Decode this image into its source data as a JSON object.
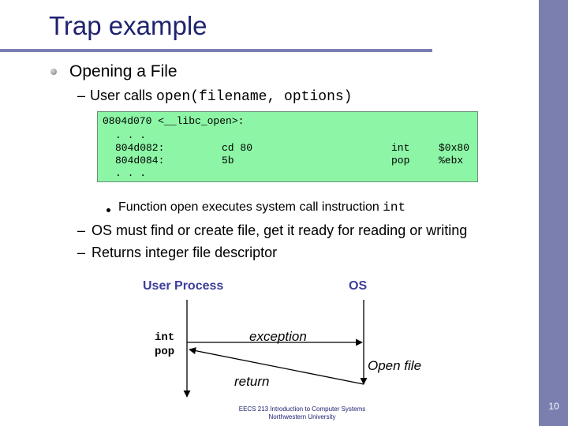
{
  "slide": {
    "title": "Trap example",
    "bullet1": "Opening a File",
    "sub1_prefix": "User calls ",
    "sub1_code": "open(filename, options)",
    "code": {
      "header": "0804d070 <__libc_open>:",
      "ell1": ". . .",
      "row1": {
        "addr": "804d082:",
        "bytes": "cd 80",
        "op": "int",
        "arg": "$0x80"
      },
      "row2": {
        "addr": "804d084:",
        "bytes": "5b",
        "op": "pop",
        "arg": "%ebx"
      },
      "ell2": ". . ."
    },
    "bullet3_prefix": "Function open executes system call instruction ",
    "bullet3_code": "int",
    "sub2": "OS must find or create file, get it ready for reading or writing",
    "sub3": "Returns integer file descriptor",
    "dash": "–"
  },
  "diagram": {
    "left_label": "User Process",
    "right_label": "OS",
    "code_int": "int",
    "code_pop": "pop",
    "exception": "exception",
    "open_file": "Open file",
    "return": "return"
  },
  "footer": {
    "line1": "EECS 213 Introduction to Computer Systems",
    "line2": "Northwestern University"
  },
  "page_number": "10"
}
